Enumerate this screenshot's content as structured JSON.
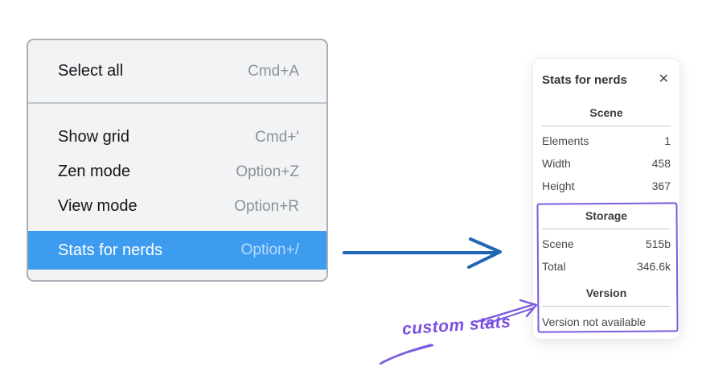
{
  "menu": {
    "items": [
      {
        "label": "Select all",
        "shortcut": "Cmd+A",
        "selected": false
      },
      {
        "label": "Show grid",
        "shortcut": "Cmd+'",
        "selected": false
      },
      {
        "label": "Zen mode",
        "shortcut": "Option+Z",
        "selected": false
      },
      {
        "label": "View mode",
        "shortcut": "Option+R",
        "selected": false
      },
      {
        "label": "Stats for nerds",
        "shortcut": "Option+/",
        "selected": true
      }
    ]
  },
  "stats_panel": {
    "title": "Stats for nerds",
    "close_glyph": "✕",
    "sections": [
      {
        "heading": "Scene",
        "rows": [
          {
            "label": "Elements",
            "value": "1"
          },
          {
            "label": "Width",
            "value": "458"
          },
          {
            "label": "Height",
            "value": "367"
          }
        ]
      },
      {
        "heading": "Storage",
        "rows": [
          {
            "label": "Scene",
            "value": "515b"
          },
          {
            "label": "Total",
            "value": "346.6k"
          }
        ]
      },
      {
        "heading": "Version",
        "note": "Version not available"
      }
    ]
  },
  "annotation": {
    "label": "custom stats"
  },
  "colors": {
    "menu_background": "#f1f3f5",
    "menu_border": "#a9b0b8",
    "selection_blue": "#3e9cf0",
    "selected_shortcut": "#b9dcf8",
    "flow_arrow_blue": "#2066b2",
    "annotation_purple": "#7d5bdf",
    "panel_text": "#43484d"
  }
}
